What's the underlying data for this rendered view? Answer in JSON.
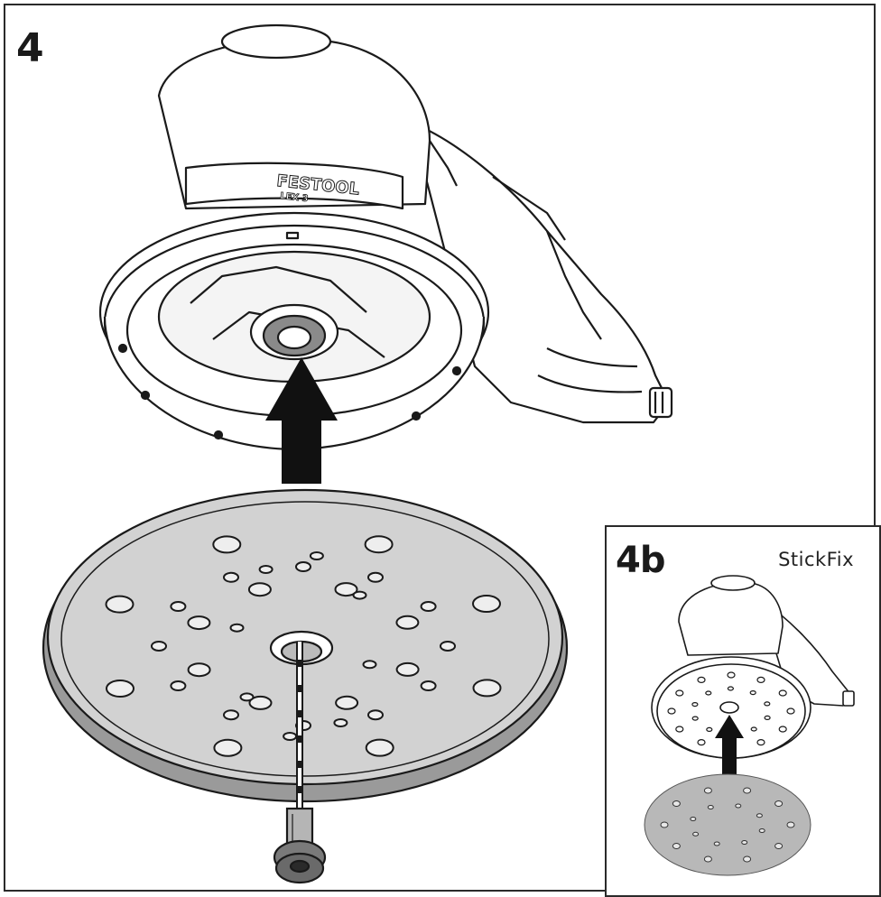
{
  "main_step": {
    "label": "4"
  },
  "inset_step": {
    "label": "4b",
    "caption": "StickFix"
  },
  "branding": {
    "logo": "FESTOOL",
    "model": "LEX 3"
  },
  "colors": {
    "line": "#1a1a1a",
    "tool_body": "#ffffff",
    "pad_fill": "#d2d2d2",
    "pad_rim": "#9a9a9a",
    "arrow": "#111111",
    "frame": "#2a2a2a"
  },
  "icons": [
    "sander-tool-icon",
    "sanding-pad-icon",
    "screw-icon",
    "up-arrow-icon",
    "dashed-axis-icon"
  ]
}
